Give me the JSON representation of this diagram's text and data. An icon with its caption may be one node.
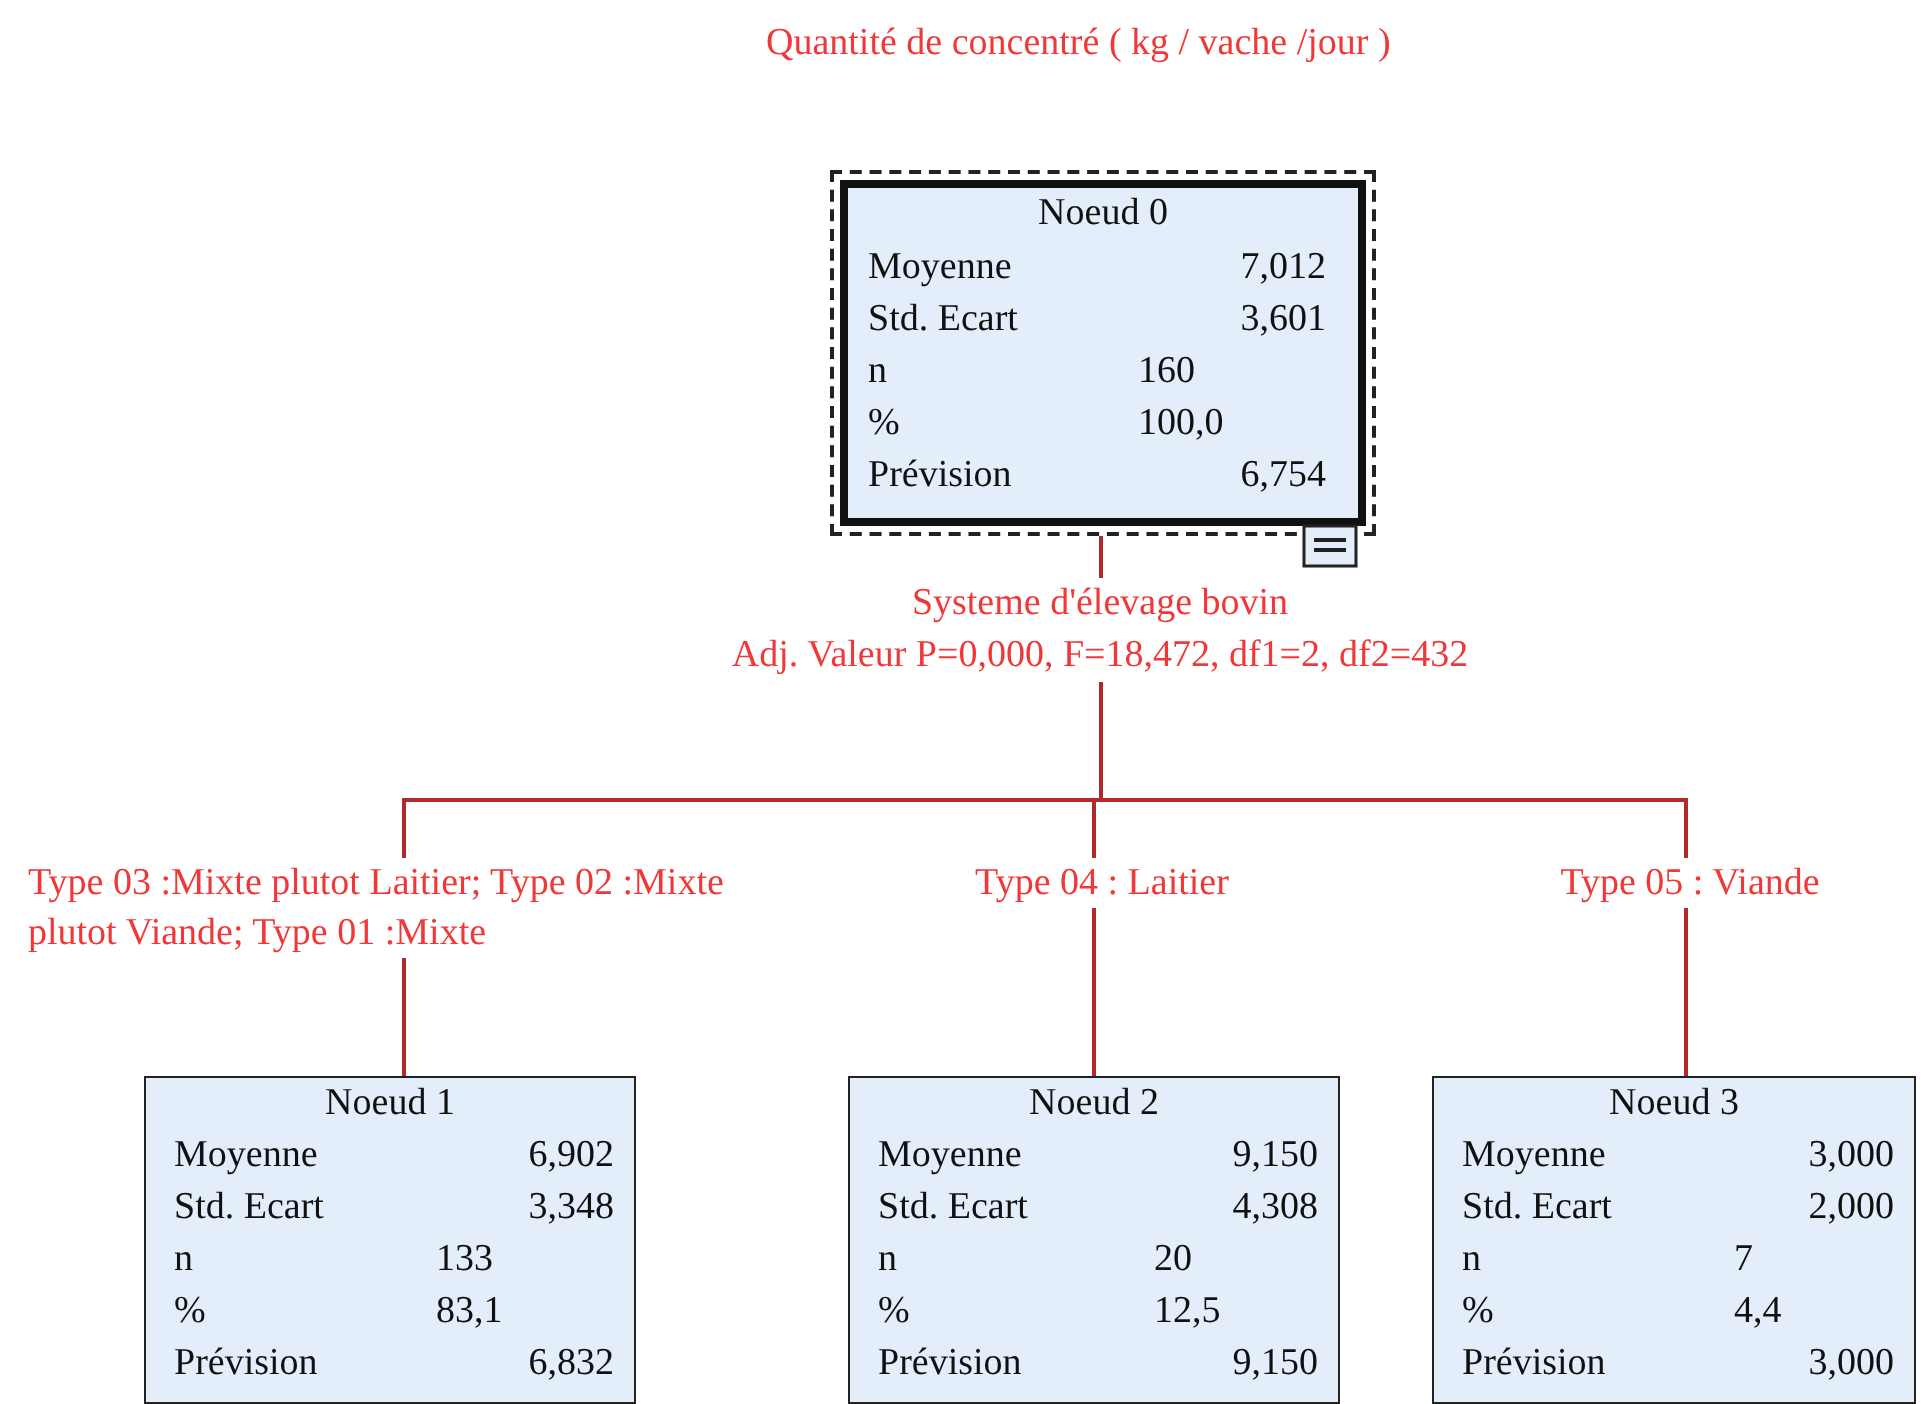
{
  "diagram": {
    "nodes": [
      {
        "text": [
          "Noeud 0",
          "Moyenne",
          "7,012",
          "Std. Ecart",
          "3,601",
          "n",
          "160",
          "%",
          "100,0",
          "Prévision",
          "6,754"
        ],
        "beside": [
          "Quantité de concentré ( kg / vache /jour )"
        ]
      },
      {
        "text": [
          "Noeud 1",
          "Moyenne",
          "6,902",
          "Std. Ecart",
          "3,348",
          "n",
          "133",
          "%",
          "83,1",
          "Prévision",
          "6,832"
        ]
      },
      {
        "text": [
          "Noeud 2",
          "Moyenne",
          "9,150",
          "Std. Ecart",
          "4,308",
          "n",
          "20",
          "%",
          "12,5",
          "Prévision",
          "9,150"
        ]
      },
      {
        "text": [
          "Noeud 3",
          "Moyenne",
          "3,000",
          "Std. Ecart",
          "2,000",
          "n",
          "7",
          "%",
          "4,4",
          "Prévision",
          "3,000"
        ]
      }
    ],
    "edges": [
      {
        "from": 0,
        "to": 1,
        "arrow": "none",
        "label": "Type 03 :Mixte plutot Laitier; Type 02 :Mixte plutot Viande; Type 01 :Mixte"
      },
      {
        "from": 0,
        "to": 2,
        "arrow": "none",
        "label": "Type 04 : Laitier"
      },
      {
        "from": 0,
        "to": 3,
        "arrow": "none",
        "label": "Type 05 : Viande"
      }
    ],
    "labels": [
      "Systeme d'élevage bovin",
      "Adj. Valeur P=0,000, F=18,472, df1=2, df2=432"
    ]
  }
}
